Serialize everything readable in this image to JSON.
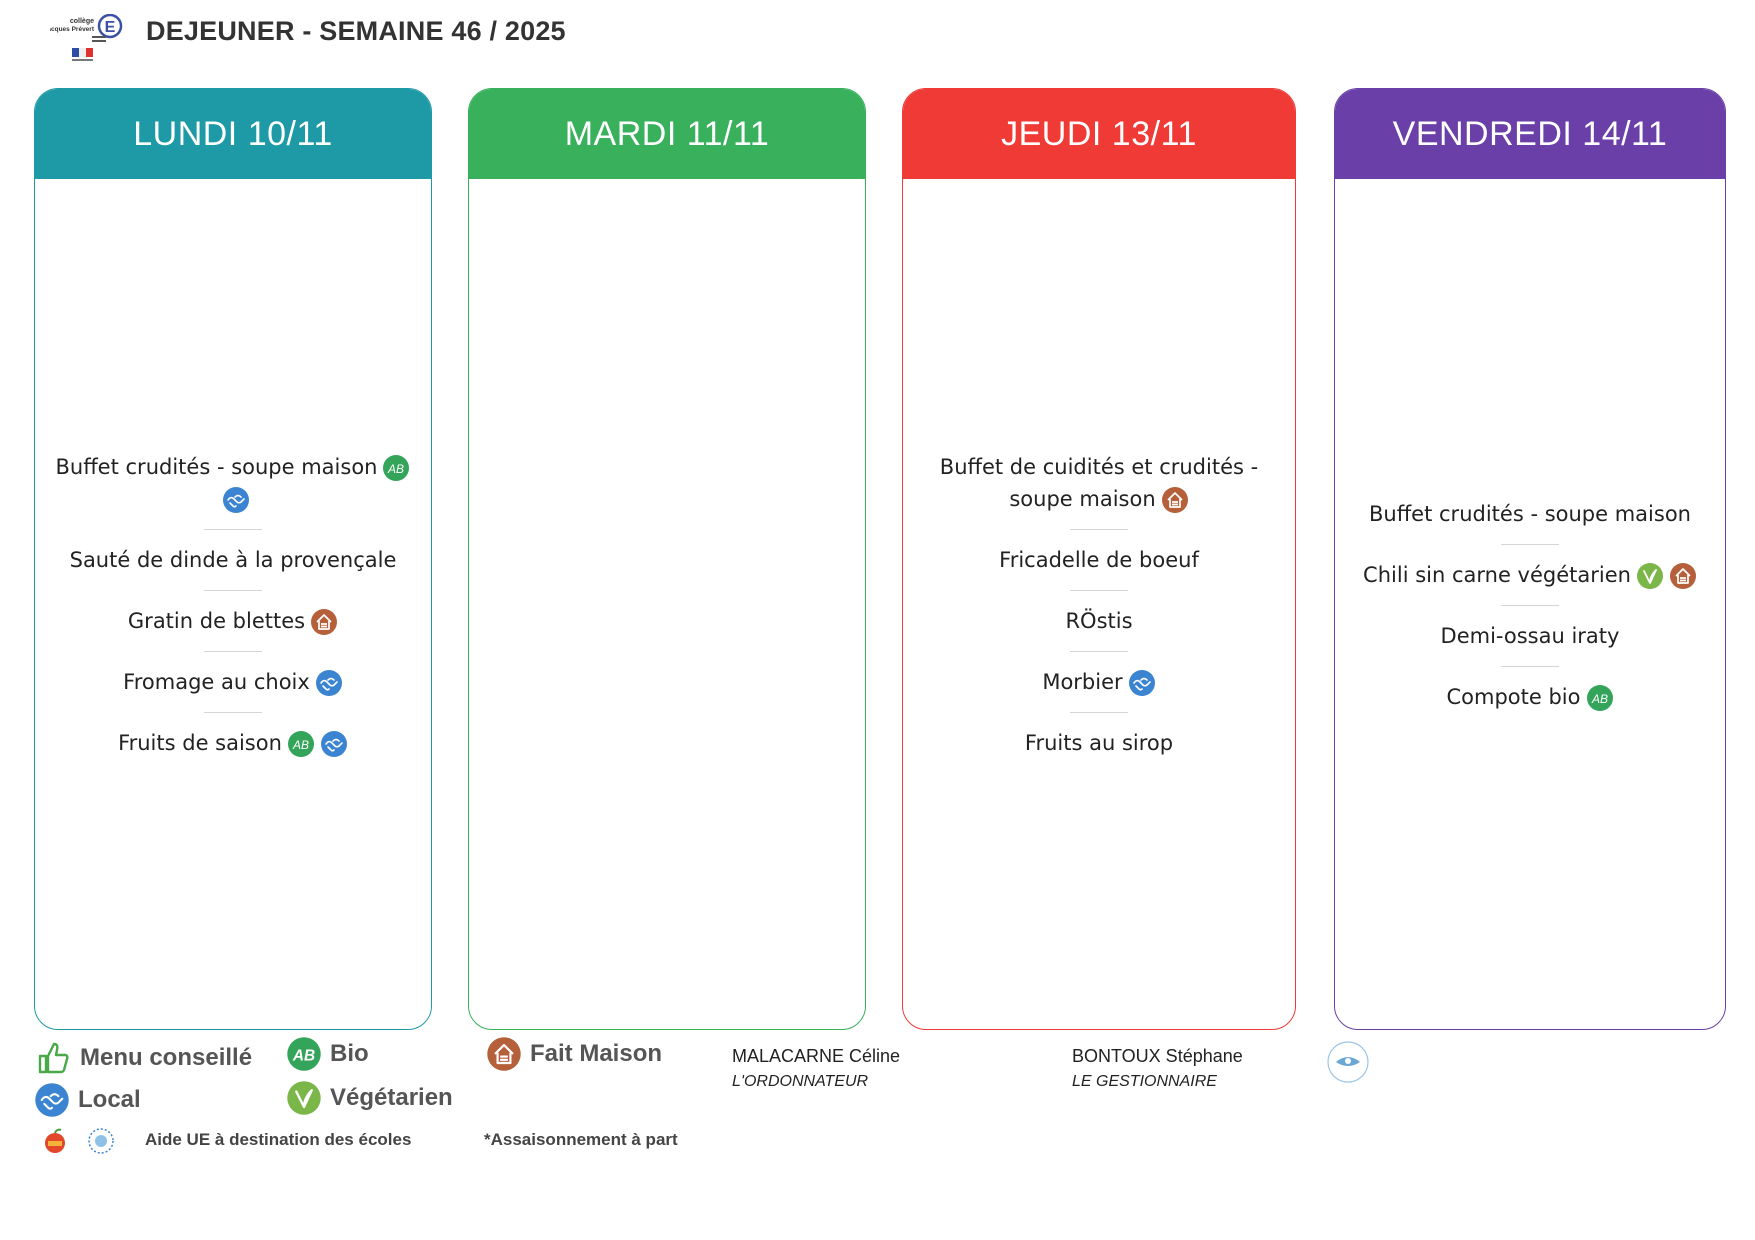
{
  "header": {
    "title": "DEJEUNER - SEMAINE 46 / 2025",
    "logo_text": "collège Jacques Prévert"
  },
  "colors": {
    "lundi": "#1e9aa6",
    "mardi": "#38b05c",
    "jeudi": "#ef3a36",
    "vendredi": "#6a3fa7",
    "bio": "#34a45a",
    "local": "#3b84d1",
    "fait_maison": "#b5603a",
    "vegetarien": "#7ab648"
  },
  "days": [
    {
      "label": "LUNDI 10/11",
      "dishes": [
        {
          "name": "Buffet crudités - soupe maison",
          "icons": [
            "bio-icon",
            "local-icon"
          ]
        },
        {
          "name": "Sauté de dinde à la provençale",
          "icons": []
        },
        {
          "name": "Gratin de blettes",
          "icons": [
            "fait-maison-icon"
          ]
        },
        {
          "name": "Fromage au choix",
          "icons": [
            "local-icon"
          ]
        },
        {
          "name": "Fruits de saison",
          "icons": [
            "bio-icon",
            "local-icon"
          ]
        }
      ]
    },
    {
      "label": "MARDI 11/11",
      "dishes": []
    },
    {
      "label": "JEUDI 13/11",
      "dishes": [
        {
          "name": "Buffet de cuidités et crudités - soupe maison",
          "icons": [
            "fait-maison-icon"
          ]
        },
        {
          "name": "Fricadelle de boeuf",
          "icons": []
        },
        {
          "name": "RÖstis",
          "icons": []
        },
        {
          "name": "Morbier",
          "icons": [
            "local-icon"
          ]
        },
        {
          "name": "Fruits au sirop",
          "icons": []
        }
      ]
    },
    {
      "label": "VENDREDI 14/11",
      "dishes": [
        {
          "name": "Buffet crudités - soupe maison",
          "icons": []
        },
        {
          "name": "Chili sin carne végétarien",
          "icons": [
            "vegetarien-icon",
            "fait-maison-icon"
          ]
        },
        {
          "name": "Demi-ossau iraty",
          "icons": []
        },
        {
          "name": "Compote bio",
          "icons": [
            "bio-icon"
          ]
        }
      ]
    }
  ],
  "legend": {
    "menu_conseille": "Menu conseillé",
    "bio": "Bio",
    "fait_maison": "Fait Maison",
    "local": "Local",
    "vegetarien": "Végétarien"
  },
  "signatures": {
    "ordonnateur_name": "MALACARNE Céline",
    "ordonnateur_role": "L'ORDONNATEUR",
    "gestionnaire_name": "BONTOUX Stéphane",
    "gestionnaire_role": "LE GESTIONNAIRE"
  },
  "footer": {
    "aide_ue": "Aide UE à destination des écoles",
    "assaisonnement": "*Assaisonnement à part"
  }
}
